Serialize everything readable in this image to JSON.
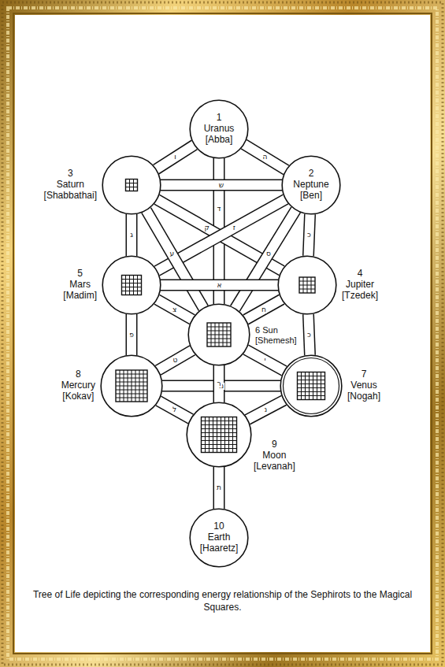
{
  "diagram": {
    "caption": "Tree of Life depicting the corresponding energy relationship of the Sephirots to the Magical Squares.",
    "nodes": [
      {
        "text": [
          "1",
          "Uranus",
          "[Abba]"
        ]
      },
      {
        "text": [
          "3",
          "Saturn",
          "[Shabbathai]"
        ]
      },
      {
        "text": [
          "2",
          "Neptune",
          "[Ben]"
        ]
      },
      {
        "text": [
          "5",
          "Mars",
          "[Madim]"
        ]
      },
      {
        "text": [
          "4",
          "Jupiter",
          "[Tzedek]"
        ]
      },
      {
        "text": [
          "6 Sun",
          "[Shemesh]"
        ]
      },
      {
        "text": [
          "8",
          "Mercury",
          "[Kokav]"
        ]
      },
      {
        "text": [
          "7",
          "Venus",
          "[Nogah]"
        ]
      },
      {
        "text": [
          "9",
          "Moon",
          "[Levanah]"
        ]
      },
      {
        "text": [
          "10",
          "Earth",
          "[Haaretz]"
        ]
      }
    ],
    "edges": [
      {
        "from": 0,
        "to": 1,
        "arrow": "none",
        "label": "ו"
      },
      {
        "from": 0,
        "to": 2,
        "arrow": "none",
        "label": "ה"
      },
      {
        "from": 0,
        "to": 5,
        "arrow": "none",
        "label": "ד"
      },
      {
        "from": 1,
        "to": 2,
        "arrow": "none",
        "label": "ש"
      },
      {
        "from": 1,
        "to": 3,
        "arrow": "none",
        "label": "ג"
      },
      {
        "from": 2,
        "to": 4,
        "arrow": "none",
        "label": "כ"
      },
      {
        "from": 1,
        "to": 4,
        "arrow": "none",
        "label": "ק"
      },
      {
        "from": 2,
        "to": 3,
        "arrow": "none",
        "label": "ז"
      },
      {
        "from": 1,
        "to": 5,
        "arrow": "none",
        "label": "ע"
      },
      {
        "from": 2,
        "to": 5,
        "arrow": "none",
        "label": "ס"
      },
      {
        "from": 3,
        "to": 4,
        "arrow": "none",
        "label": "א"
      },
      {
        "from": 3,
        "to": 5,
        "arrow": "none",
        "label": "צ"
      },
      {
        "from": 4,
        "to": 5,
        "arrow": "none",
        "label": "ח"
      },
      {
        "from": 3,
        "to": 6,
        "arrow": "none",
        "label": "פ"
      },
      {
        "from": 4,
        "to": 7,
        "arrow": "none",
        "label": "כ"
      },
      {
        "from": 5,
        "to": 6,
        "arrow": "none",
        "label": "ט"
      },
      {
        "from": 5,
        "to": 7,
        "arrow": "none",
        "label": "י"
      },
      {
        "from": 6,
        "to": 7,
        "arrow": "none",
        "label": "מ"
      },
      {
        "from": 5,
        "to": 8,
        "arrow": "none",
        "label": "ר"
      },
      {
        "from": 6,
        "to": 8,
        "arrow": "none",
        "label": "ל"
      },
      {
        "from": 7,
        "to": 8,
        "arrow": "none",
        "label": "נ"
      },
      {
        "from": 8,
        "to": 9,
        "arrow": "none",
        "label": "ת"
      }
    ]
  }
}
